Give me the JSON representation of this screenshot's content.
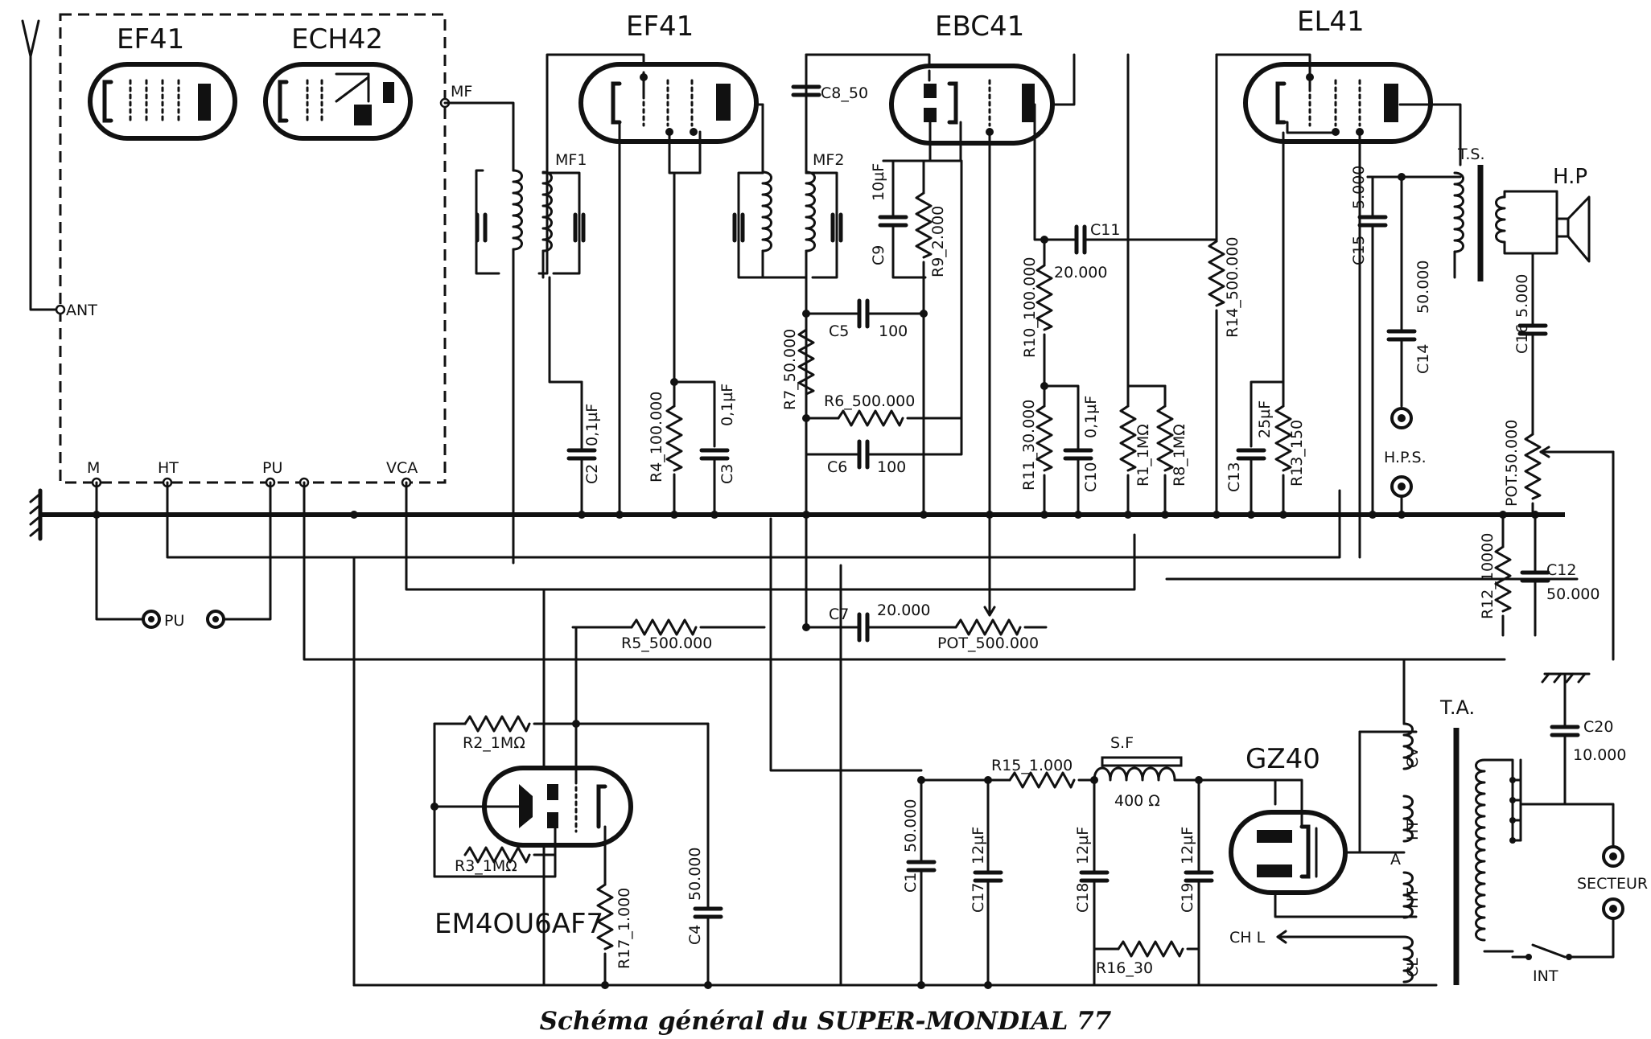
{
  "caption": "Schéma général du SUPER-MONDIAL 77",
  "tubes": {
    "ef41_box": "EF41",
    "ech42": "ECH42",
    "ef41": "EF41",
    "ebc41": "EBC41",
    "el41": "EL41",
    "gz40": "GZ40",
    "em4": "EM4OU6AF7"
  },
  "terminals": {
    "mf": "MF",
    "ant": "ANT",
    "m": "M",
    "ht": "HT",
    "pu": "PU",
    "vca": "VCA",
    "pu_jack": "PU",
    "hps": "H.P.S.",
    "secteur": "SECTEUR",
    "int": "INT"
  },
  "transformers": {
    "mf1": "MF1",
    "mf2": "MF2",
    "ts": "T.S.",
    "hp": "H.P",
    "ta": "T.A.",
    "sf": "S.F",
    "sf_value": "400 Ω",
    "cv": "CV",
    "ht_a": "HT",
    "a": "A",
    "ht_b": "HT",
    "chl": "CH L",
    "cl": "CL"
  },
  "components": {
    "c8": "C8_50",
    "c2": "C2",
    "c2v": "0,1µF",
    "r4": "R4_100.000",
    "c3": "C3",
    "c3v": "0,1µF",
    "c9": "C9",
    "c9v": "10µF",
    "r9": "R9_2.000",
    "c5": "C5",
    "c5v": "100",
    "r7": "R7_50.000",
    "r6": "R6_500.000",
    "c6": "C6",
    "c6v": "100",
    "c11": "C11",
    "c11v": "20.000",
    "r10": "R10_100.000",
    "r11": "R11_30.000",
    "c10": "C10",
    "c10v": "0,1µF",
    "r1": "R1_1MΩ",
    "r8": "R8_1MΩ",
    "r14": "R14_500.000",
    "c13": "C13",
    "c13v": "25µF",
    "r13": "R13_150",
    "c15": "C15",
    "c15v": "5.000",
    "c14": "C14",
    "c14v": "50.000",
    "c16": "C16",
    "c16v": "5.000",
    "pot50": "POT.50.000",
    "r12": "R12_10000",
    "c12": "C12",
    "c12v": "50.000",
    "r5": "R5_500.000",
    "c7": "C7",
    "c7v": "20.000",
    "pot500": "POT_500.000",
    "r2": "R2_1MΩ",
    "r3": "R3_1MΩ",
    "r17": "R17_1.000",
    "c4": "C4",
    "c4v": "50.000",
    "r15": "R15_1.000",
    "c1": "C1",
    "c1v": "50.000",
    "c17": "C17",
    "c17v": "12µF",
    "c18": "C18",
    "c18v": "12µF",
    "c19": "C19",
    "c19v": "12µF",
    "r16": "R16_30",
    "c20": "C20",
    "c20v": "10.000"
  }
}
